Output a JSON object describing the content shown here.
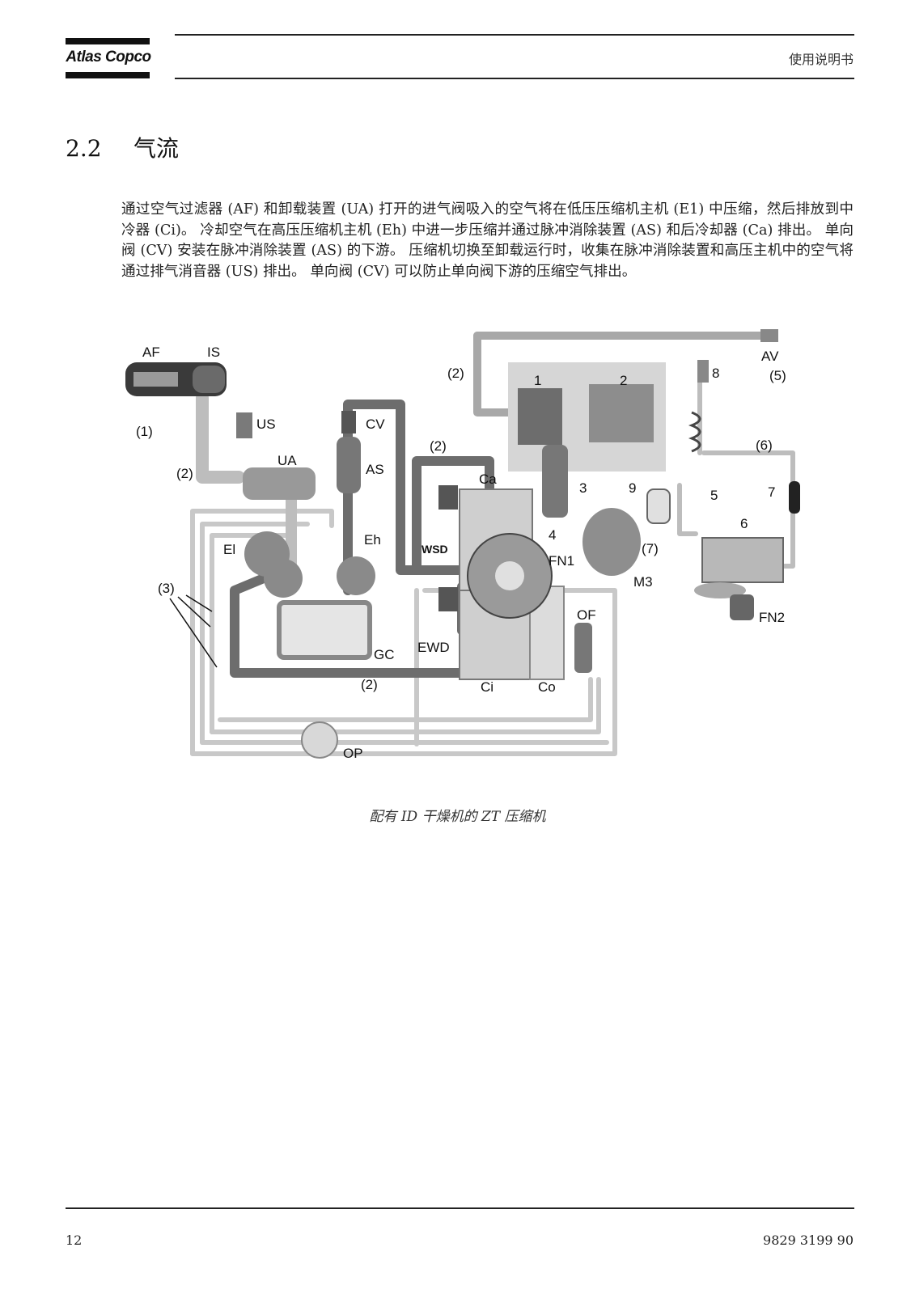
{
  "header": {
    "logo_text": "Atlas Copco",
    "doc_type": "使用说明书"
  },
  "section": {
    "number": "2.2",
    "title": "气流"
  },
  "body_text": "通过空气过滤器 (AF) 和卸载装置 (UA) 打开的进气阀吸入的空气将在低压压缩机主机 (E1) 中压缩，然后排放到中冷器 (Ci)。 冷却空气在高压压缩机主机 (Eh) 中进一步压缩并通过脉冲消除装置 (AS) 和后冷却器 (Ca) 排出。 单向阀 (CV) 安装在脉冲消除装置 (AS) 的下游。 压缩机切换至卸载运行时，收集在脉冲消除装置和高压主机中的空气将通过排气消音器 (US) 排出。 单向阀 (CV) 可以防止单向阀下游的压缩空气排出。",
  "diagram": {
    "labels": {
      "AF": "AF",
      "IS": "IS",
      "US": "US",
      "CV": "CV",
      "UA": "UA",
      "AS": "AS",
      "Ca": "Ca",
      "El": "El",
      "Eh": "Eh",
      "WSD": "WSD",
      "FN1": "FN1",
      "EWD": "EWD",
      "GC": "GC",
      "Ci": "Ci",
      "Co": "Co",
      "OF": "OF",
      "OP": "OP",
      "AV": "AV",
      "M3": "M3",
      "FN2": "FN2",
      "n1": "1",
      "n2": "2",
      "n3": "3",
      "n4": "4",
      "n5": "5",
      "n6": "6",
      "n7": "7",
      "n8": "8",
      "n9": "9",
      "p1": "(1)",
      "p2a": "(2)",
      "p2b": "(2)",
      "p2c": "(2)",
      "p2d": "(2)",
      "p3": "(3)",
      "p5": "(5)",
      "p6": "(6)",
      "p7": "(7)"
    }
  },
  "caption": "配有 ID 干燥机的 ZT 压缩机",
  "footer": {
    "page_number": "12",
    "doc_number": "9829 3199 90"
  }
}
